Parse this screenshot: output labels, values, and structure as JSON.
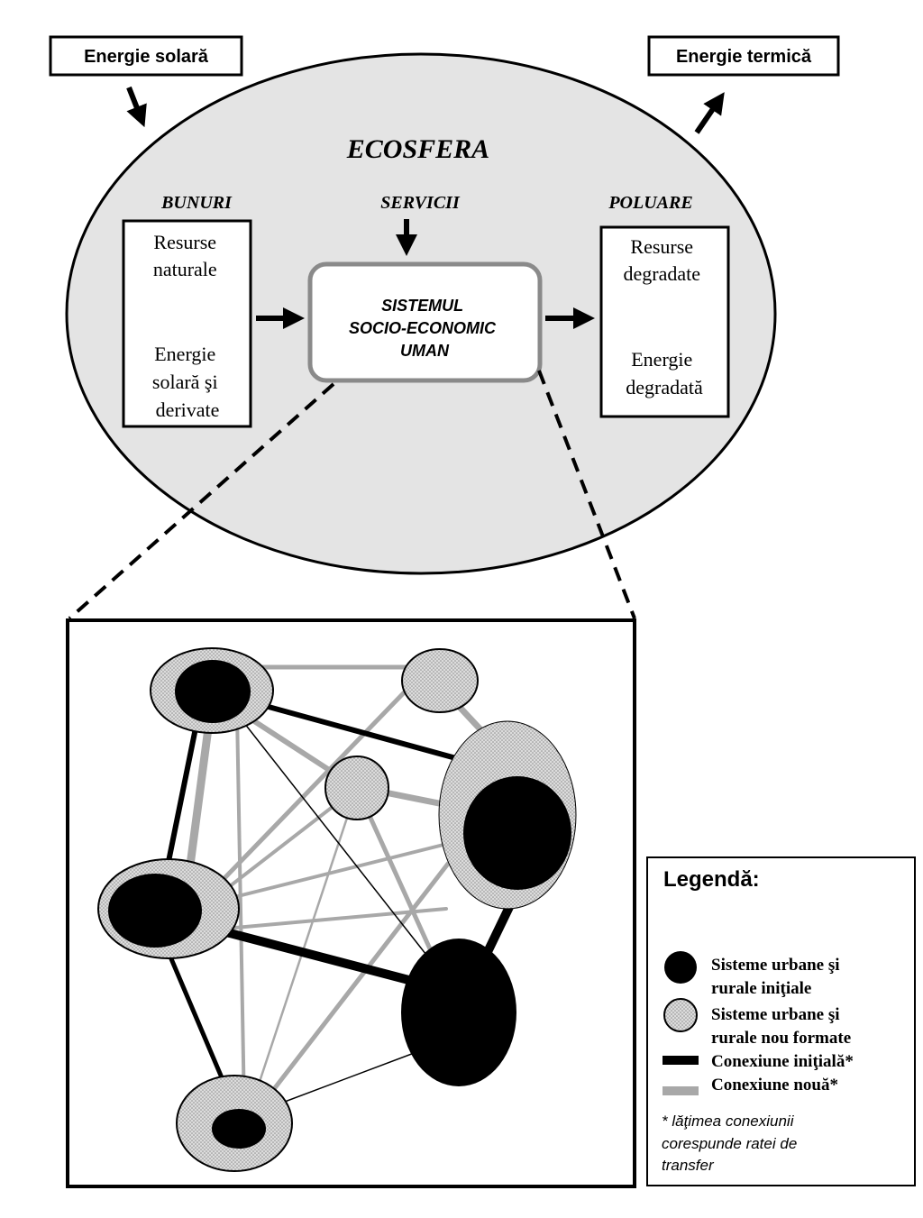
{
  "top": {
    "solar_input": "Energie solară",
    "thermal_output": "Energie termică"
  },
  "ecosphere": {
    "title": "ECOSFERA",
    "goods_heading": "BUNURI",
    "services_heading": "SERVICII",
    "pollution_heading": "POLUARE",
    "resources_box": {
      "line1": "Resurse",
      "line2": "naturale",
      "line3": "Energie",
      "line4": "solară şi",
      "line5": "derivate"
    },
    "system_box": {
      "line1": "SISTEMUL",
      "line2": "SOCIO-ECONOMIC",
      "line3": "UMAN"
    },
    "degraded_box": {
      "line1": "Resurse",
      "line2": "degradate",
      "line3": "Energie",
      "line4": "degradată"
    }
  },
  "legend": {
    "title": "Legendă:",
    "items": [
      {
        "line1": "Sisteme urbane şi",
        "line2": "rurale iniţiale"
      },
      {
        "line1": "Sisteme urbane şi",
        "line2": "rurale nou formate"
      },
      {
        "line1": "Conexiune iniţială*"
      },
      {
        "line1": "Conexiune nouă*"
      }
    ],
    "note": {
      "line1": "* lăţimea conexiunii",
      "line2": "corespunde ratei de",
      "line3": "transfer"
    }
  },
  "colors": {
    "ellipse_fill": "#e4e4e4",
    "new_connection": "#a8a8a8",
    "initial_connection": "#000000",
    "system_border": "#8a8a8a",
    "dotted_fill": "#d6d6d6"
  }
}
